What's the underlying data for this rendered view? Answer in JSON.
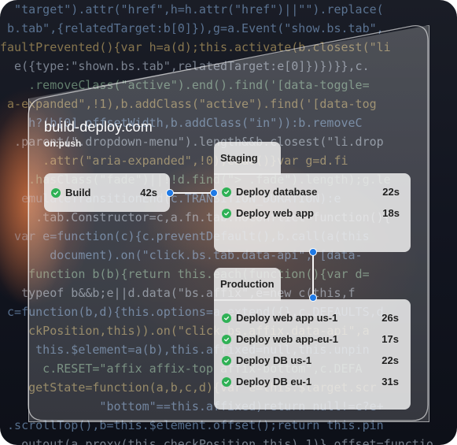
{
  "workflow": {
    "title": "build-deploy.com",
    "trigger": "on:push"
  },
  "build": {
    "label": "Build",
    "duration": "42s",
    "status": "success"
  },
  "staging": {
    "title": "Staging",
    "jobs": [
      {
        "label": "Deploy database",
        "duration": "22s",
        "status": "success"
      },
      {
        "label": "Deploy web app",
        "duration": "18s",
        "status": "success"
      }
    ]
  },
  "production": {
    "title": "Production",
    "jobs": [
      {
        "label": "Deploy web app us-1",
        "duration": "26s",
        "status": "success"
      },
      {
        "label": "Deploy web app-eu-1",
        "duration": "17s",
        "status": "success"
      },
      {
        "label": "Deploy DB us-1",
        "duration": "22s",
        "status": "success"
      },
      {
        "label": "Deploy DB eu-1",
        "duration": "31s",
        "status": "success"
      }
    ]
  },
  "icons": {
    "status": "check-circle-icon",
    "connector": "connector-dot-icon"
  },
  "colors": {
    "success": "#2fb155",
    "connector": "#1f7ae6",
    "card": "#eeeeee"
  }
}
